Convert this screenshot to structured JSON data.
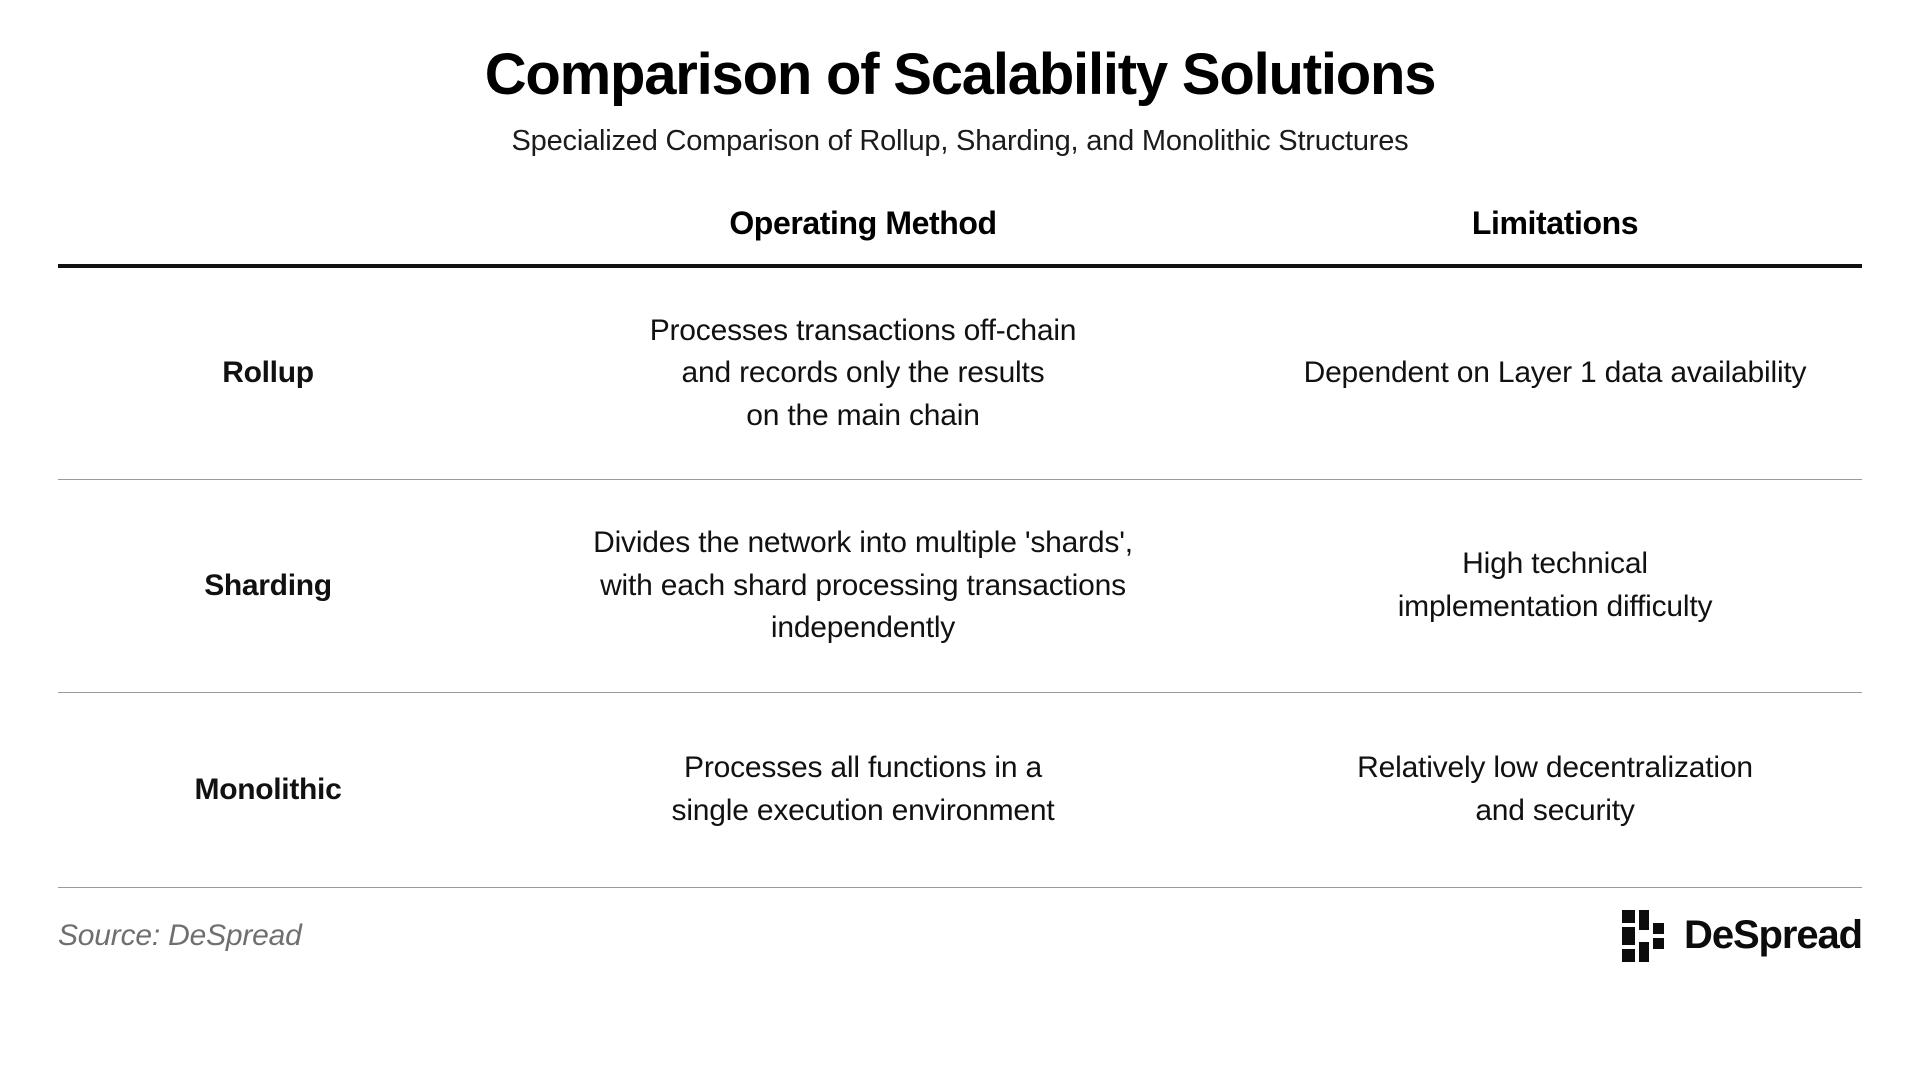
{
  "header": {
    "title": "Comparison of Scalability Solutions",
    "subtitle": "Specialized Comparison of Rollup, Sharding, and Monolithic Structures"
  },
  "table": {
    "columns": [
      "",
      "Operating Method",
      "Limitations"
    ],
    "rows": [
      {
        "label": "Rollup",
        "method": "Processes transactions off-chain\nand records only the results\non the main chain",
        "limitation": "Dependent on Layer 1 data availability"
      },
      {
        "label": "Sharding",
        "method": "Divides the network into multiple 'shards',\nwith each shard processing transactions\nindependently",
        "limitation": "High technical\nimplementation difficulty"
      },
      {
        "label": "Monolithic",
        "method": "Processes all functions in a\nsingle execution environment",
        "limitation": "Relatively low decentralization\nand security"
      }
    ]
  },
  "footer": {
    "source": "Source: DeSpread",
    "brand_name": "DeSpread",
    "brand_mark_icon": "despread-logo-icon"
  },
  "colors": {
    "background": "#ffffff",
    "text": "#111111",
    "header_rule": "#111111",
    "row_rule": "#9a9a9a",
    "muted_text": "#6f6f6f"
  }
}
